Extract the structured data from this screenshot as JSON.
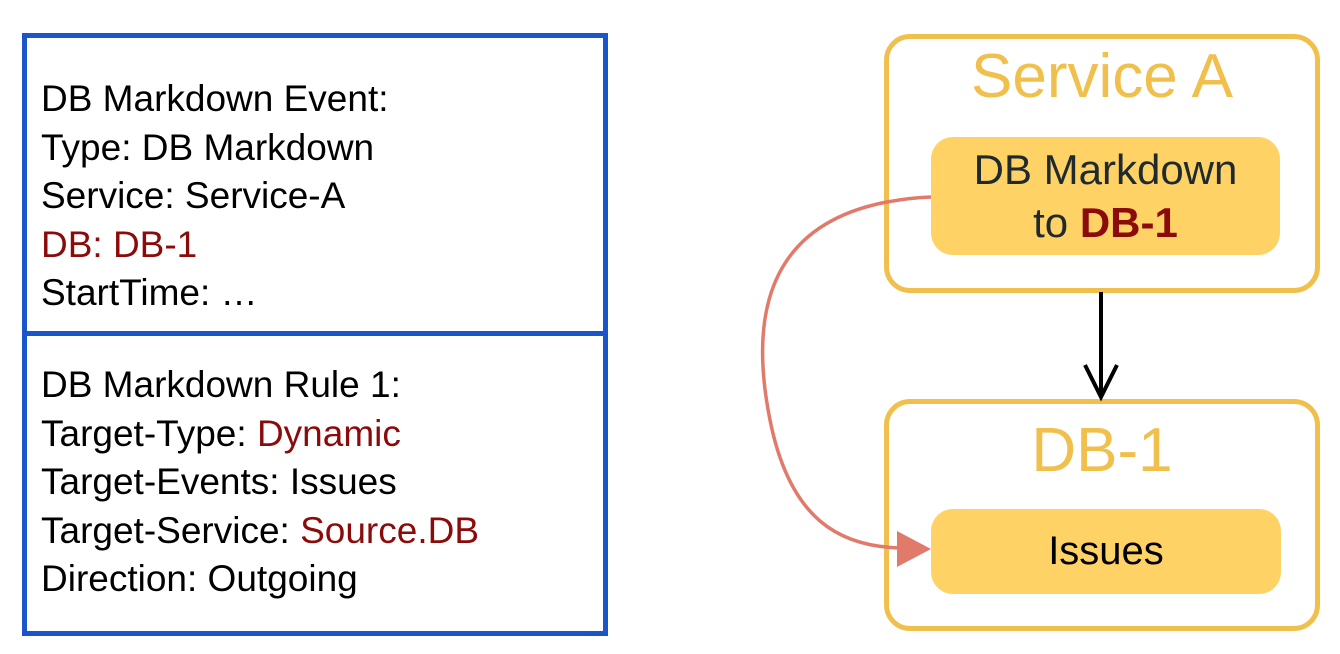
{
  "event_panel": {
    "title": "DB Markdown Event:",
    "type_line": "Type: DB Markdown",
    "service_line": "Service: Service-A",
    "db_line": "DB: DB-1",
    "start_line": "StartTime: …"
  },
  "rule_panel": {
    "title": "DB Markdown Rule 1:",
    "target_type_label": "Target-Type: ",
    "target_type_value": "Dynamic",
    "target_events_line": "Target-Events: Issues",
    "target_service_label": "Target-Service: ",
    "target_service_value": "Source.DB",
    "direction_line": "Direction: Outgoing"
  },
  "service_box": {
    "title": "Service A",
    "event_line1": "DB Markdown",
    "event_prefix": "to ",
    "event_db": "DB-1"
  },
  "db_box": {
    "title": "DB-1",
    "issues_label": "Issues"
  },
  "colors": {
    "panel_border": "#1a56c9",
    "highlight_text": "#8b0a0a",
    "box_border": "#f1c04c",
    "pill_fill": "#fed265",
    "curve_arrow": "#e07b6c"
  }
}
